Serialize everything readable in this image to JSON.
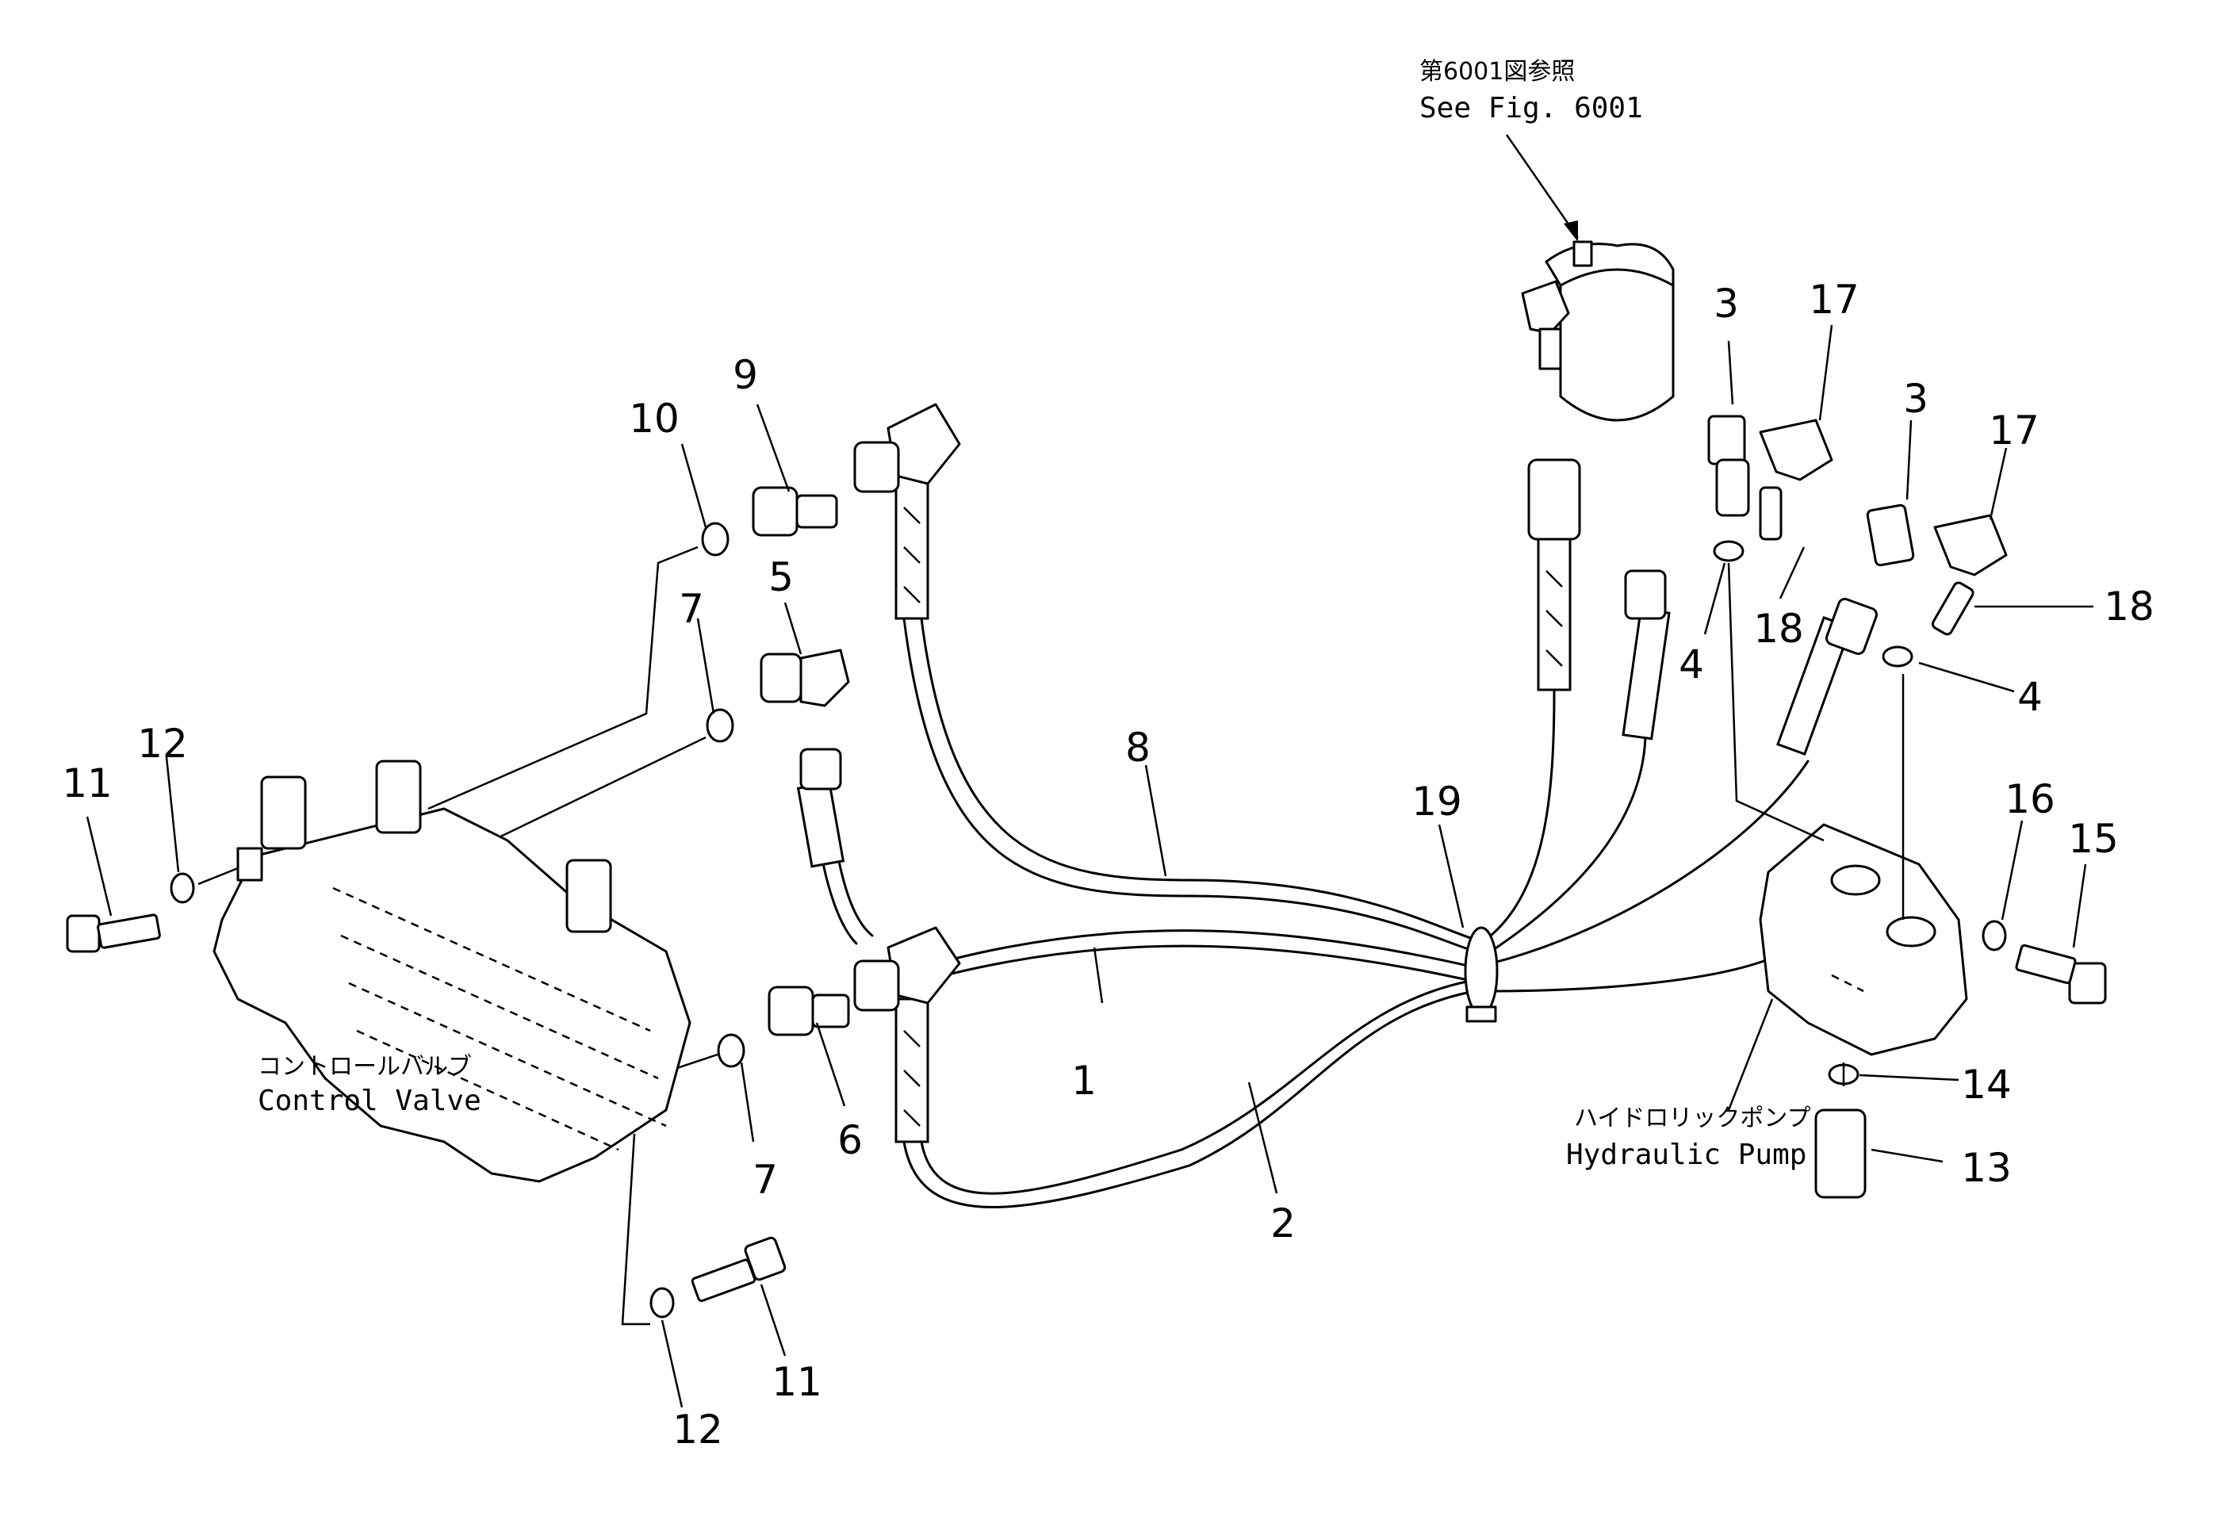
{
  "reference": {
    "jp": "第6001図参照",
    "en": "See Fig. 6001"
  },
  "control_valve": {
    "jp": "コントロールバルブ",
    "en": "Control  Valve"
  },
  "hydraulic_pump": {
    "jp": "ハイドロリックポンプ",
    "en": "Hydraulic  Pump"
  },
  "callouts": {
    "c1": "1",
    "c2": "2",
    "c3a": "3",
    "c3b": "3",
    "c4a": "4",
    "c4b": "4",
    "c5": "5",
    "c6": "6",
    "c7a": "7",
    "c7b": "7",
    "c8": "8",
    "c9": "9",
    "c10": "10",
    "c11a": "11",
    "c11b": "11",
    "c12a": "12",
    "c12b": "12",
    "c13": "13",
    "c14": "14",
    "c15": "15",
    "c16": "16",
    "c17a": "17",
    "c17b": "17",
    "c18a": "18",
    "c18b": "18",
    "c19": "19"
  },
  "colors": {
    "line": "#000000",
    "background": "#ffffff"
  }
}
